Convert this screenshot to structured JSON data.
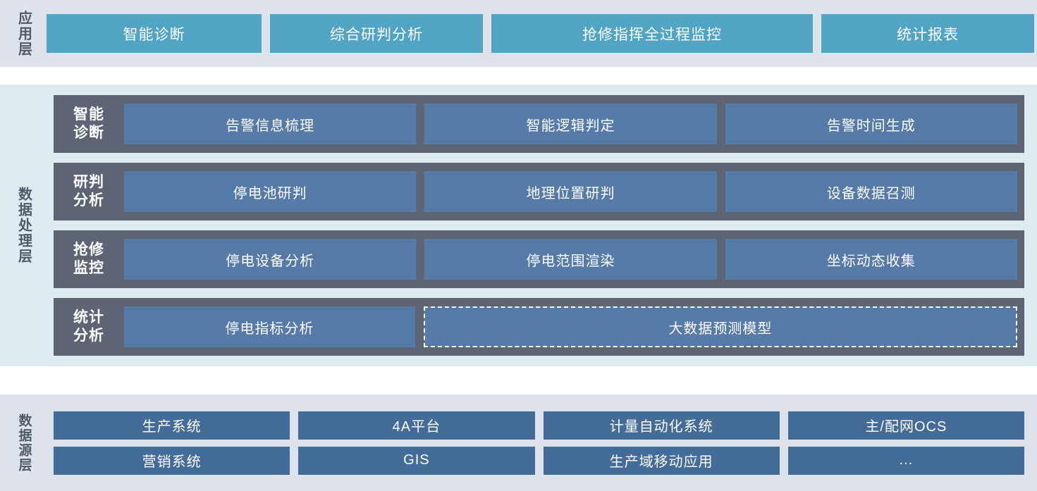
{
  "layers": {
    "application": {
      "label": "应用层",
      "boxes": [
        {
          "text": "智能诊断"
        },
        {
          "text": "综合研判分析"
        },
        {
          "text": "抢修指挥全过程监控"
        },
        {
          "text": "统计报表"
        }
      ]
    },
    "processing": {
      "label": "数据处理层",
      "rows": [
        {
          "title_line1": "智能",
          "title_line2": "诊断",
          "cells": [
            {
              "text": "告警信息梳理",
              "dashed": false
            },
            {
              "text": "智能逻辑判定",
              "dashed": false
            },
            {
              "text": "告警时间生成",
              "dashed": false
            }
          ]
        },
        {
          "title_line1": "研判",
          "title_line2": "分析",
          "cells": [
            {
              "text": "停电池研判",
              "dashed": false
            },
            {
              "text": "地理位置研判",
              "dashed": false
            },
            {
              "text": "设备数据召测",
              "dashed": false
            }
          ]
        },
        {
          "title_line1": "抢修",
          "title_line2": "监控",
          "cells": [
            {
              "text": "停电设备分析",
              "dashed": false
            },
            {
              "text": "停电范围渲染",
              "dashed": false
            },
            {
              "text": "坐标动态收集",
              "dashed": false
            }
          ]
        },
        {
          "title_line1": "统计",
          "title_line2": "分析",
          "cells": [
            {
              "text": "停电指标分析",
              "dashed": false
            },
            {
              "text": "大数据预测模型",
              "dashed": true
            }
          ]
        }
      ]
    },
    "datasource": {
      "label": "数据源层",
      "rows": [
        [
          {
            "text": "生产系统"
          },
          {
            "text": "4A平台"
          },
          {
            "text": "计量自动化系统"
          },
          {
            "text": "主/配网OCS"
          }
        ],
        [
          {
            "text": "营销系统"
          },
          {
            "text": "GIS"
          },
          {
            "text": "生产域移动应用"
          },
          {
            "text": "..."
          }
        ]
      ]
    }
  },
  "colors": {
    "app_box": "#51a4c4",
    "proc_row": "#5d6575",
    "proc_cell": "#567ba8",
    "src_box": "#446c99",
    "band_app_bg": "#dde3ea",
    "band_proc_bg": "#e0ebf1",
    "band_src_bg": "#dde3ea",
    "label_text": "#4f5b6b",
    "box_text": "#ffffff"
  }
}
